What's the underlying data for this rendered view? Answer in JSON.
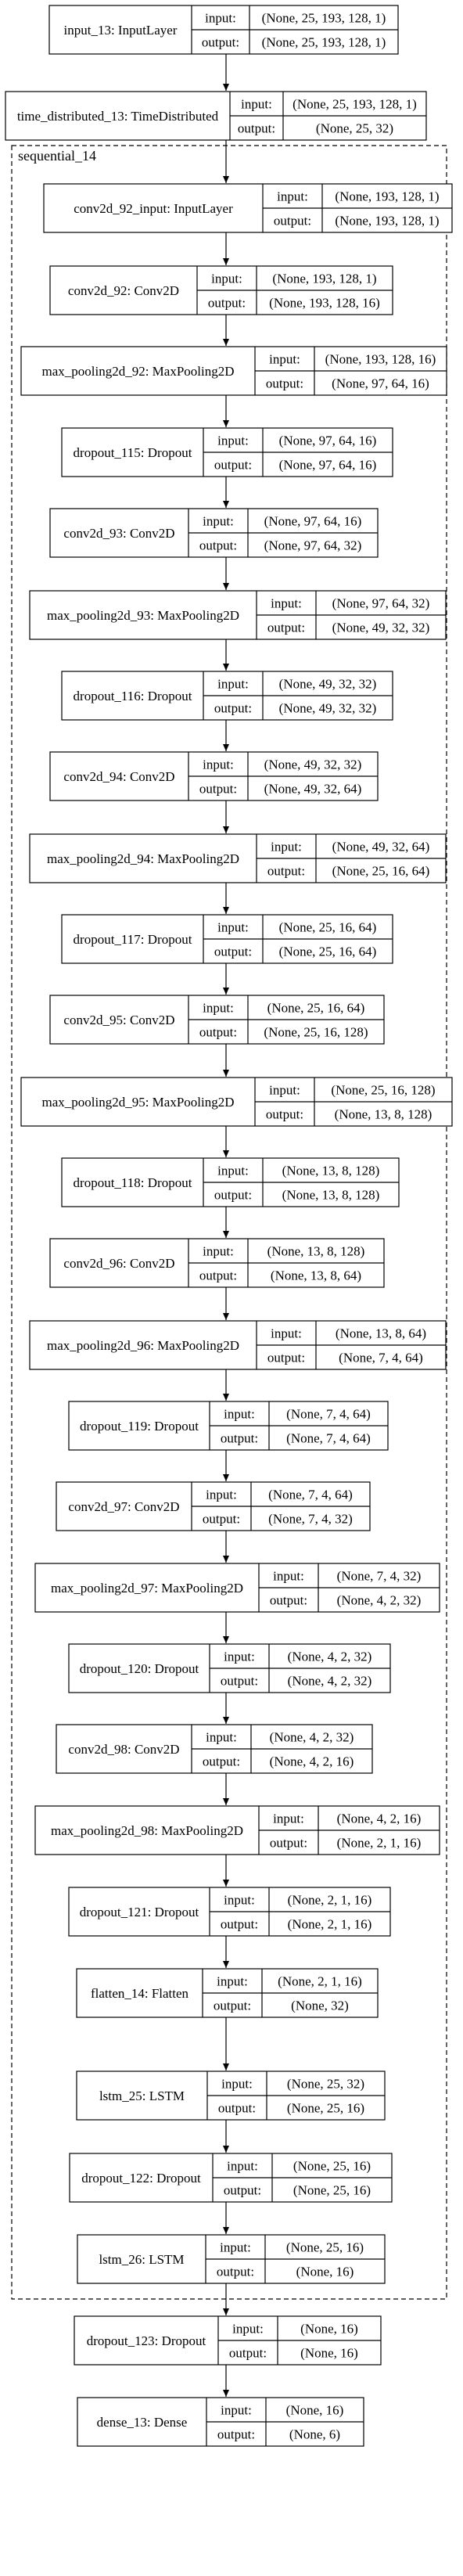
{
  "group": {
    "label": "sequential_14"
  },
  "layers": [
    {
      "name": "input_13: InputLayer",
      "input_label": "input:",
      "output_label": "output:",
      "input": "(None, 25, 193, 128, 1)",
      "output": "(None, 25, 193, 128, 1)"
    },
    {
      "name": "time_distributed_13: TimeDistributed",
      "input_label": "input:",
      "output_label": "output:",
      "input": "(None, 25, 193, 128, 1)",
      "output": "(None, 25, 32)"
    },
    {
      "name": "conv2d_92_input: InputLayer",
      "input_label": "input:",
      "output_label": "output:",
      "input": "(None, 193, 128, 1)",
      "output": "(None, 193, 128, 1)"
    },
    {
      "name": "conv2d_92: Conv2D",
      "input_label": "input:",
      "output_label": "output:",
      "input": "(None, 193, 128, 1)",
      "output": "(None, 193, 128, 16)"
    },
    {
      "name": "max_pooling2d_92: MaxPooling2D",
      "input_label": "input:",
      "output_label": "output:",
      "input": "(None, 193, 128, 16)",
      "output": "(None, 97, 64, 16)"
    },
    {
      "name": "dropout_115: Dropout",
      "input_label": "input:",
      "output_label": "output:",
      "input": "(None, 97, 64, 16)",
      "output": "(None, 97, 64, 16)"
    },
    {
      "name": "conv2d_93: Conv2D",
      "input_label": "input:",
      "output_label": "output:",
      "input": "(None, 97, 64, 16)",
      "output": "(None, 97, 64, 32)"
    },
    {
      "name": "max_pooling2d_93: MaxPooling2D",
      "input_label": "input:",
      "output_label": "output:",
      "input": "(None, 97, 64, 32)",
      "output": "(None, 49, 32, 32)"
    },
    {
      "name": "dropout_116: Dropout",
      "input_label": "input:",
      "output_label": "output:",
      "input": "(None, 49, 32, 32)",
      "output": "(None, 49, 32, 32)"
    },
    {
      "name": "conv2d_94: Conv2D",
      "input_label": "input:",
      "output_label": "output:",
      "input": "(None, 49, 32, 32)",
      "output": "(None, 49, 32, 64)"
    },
    {
      "name": "max_pooling2d_94: MaxPooling2D",
      "input_label": "input:",
      "output_label": "output:",
      "input": "(None, 49, 32, 64)",
      "output": "(None, 25, 16, 64)"
    },
    {
      "name": "dropout_117: Dropout",
      "input_label": "input:",
      "output_label": "output:",
      "input": "(None, 25, 16, 64)",
      "output": "(None, 25, 16, 64)"
    },
    {
      "name": "conv2d_95: Conv2D",
      "input_label": "input:",
      "output_label": "output:",
      "input": "(None, 25, 16, 64)",
      "output": "(None, 25, 16, 128)"
    },
    {
      "name": "max_pooling2d_95: MaxPooling2D",
      "input_label": "input:",
      "output_label": "output:",
      "input": "(None, 25, 16, 128)",
      "output": "(None, 13, 8, 128)"
    },
    {
      "name": "dropout_118: Dropout",
      "input_label": "input:",
      "output_label": "output:",
      "input": "(None, 13, 8, 128)",
      "output": "(None, 13, 8, 128)"
    },
    {
      "name": "conv2d_96: Conv2D",
      "input_label": "input:",
      "output_label": "output:",
      "input": "(None, 13, 8, 128)",
      "output": "(None, 13, 8, 64)"
    },
    {
      "name": "max_pooling2d_96: MaxPooling2D",
      "input_label": "input:",
      "output_label": "output:",
      "input": "(None, 13, 8, 64)",
      "output": "(None, 7, 4, 64)"
    },
    {
      "name": "dropout_119: Dropout",
      "input_label": "input:",
      "output_label": "output:",
      "input": "(None, 7, 4, 64)",
      "output": "(None, 7, 4, 64)"
    },
    {
      "name": "conv2d_97: Conv2D",
      "input_label": "input:",
      "output_label": "output:",
      "input": "(None, 7, 4, 64)",
      "output": "(None, 7, 4, 32)"
    },
    {
      "name": "max_pooling2d_97: MaxPooling2D",
      "input_label": "input:",
      "output_label": "output:",
      "input": "(None, 7, 4, 32)",
      "output": "(None, 4, 2, 32)"
    },
    {
      "name": "dropout_120: Dropout",
      "input_label": "input:",
      "output_label": "output:",
      "input": "(None, 4, 2, 32)",
      "output": "(None, 4, 2, 32)"
    },
    {
      "name": "conv2d_98: Conv2D",
      "input_label": "input:",
      "output_label": "output:",
      "input": "(None, 4, 2, 32)",
      "output": "(None, 4, 2, 16)"
    },
    {
      "name": "max_pooling2d_98: MaxPooling2D",
      "input_label": "input:",
      "output_label": "output:",
      "input": "(None, 4, 2, 16)",
      "output": "(None, 2, 1, 16)"
    },
    {
      "name": "dropout_121: Dropout",
      "input_label": "input:",
      "output_label": "output:",
      "input": "(None, 2, 1, 16)",
      "output": "(None, 2, 1, 16)"
    },
    {
      "name": "flatten_14: Flatten",
      "input_label": "input:",
      "output_label": "output:",
      "input": "(None, 2, 1, 16)",
      "output": "(None, 32)"
    },
    {
      "name": "lstm_25: LSTM",
      "input_label": "input:",
      "output_label": "output:",
      "input": "(None, 25, 32)",
      "output": "(None, 25, 16)"
    },
    {
      "name": "dropout_122: Dropout",
      "input_label": "input:",
      "output_label": "output:",
      "input": "(None, 25, 16)",
      "output": "(None, 25, 16)"
    },
    {
      "name": "lstm_26: LSTM",
      "input_label": "input:",
      "output_label": "output:",
      "input": "(None, 25, 16)",
      "output": "(None, 16)"
    },
    {
      "name": "dropout_123: Dropout",
      "input_label": "input:",
      "output_label": "output:",
      "input": "(None, 16)",
      "output": "(None, 16)"
    },
    {
      "name": "dense_13: Dense",
      "input_label": "input:",
      "output_label": "output:",
      "input": "(None, 16)",
      "output": "(None, 6)"
    }
  ]
}
